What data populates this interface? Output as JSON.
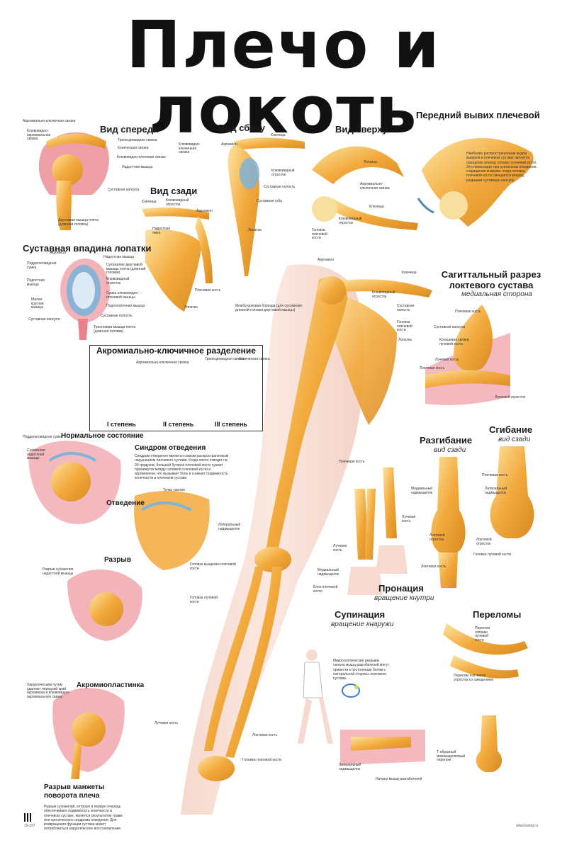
{
  "title": "Плечо и локоть",
  "colors": {
    "bone": "#f2a93b",
    "bone_light": "#fbd27a",
    "muscle": "#e9808a",
    "cartilage": "#7fb3d8",
    "accent": "#4a8ab8"
  },
  "sections": {
    "front": "Вид спереди",
    "side": "Вид сбоку",
    "top": "Вид сверху",
    "dislocation": "Передний вывих плечевой",
    "back": "Вид сзади",
    "glenoid": "Суставная впадина лопатки",
    "sagittal": "Сагиттальный разрез локтевого сустава",
    "sagittal_sub": "медиальная сторона",
    "ac_separation": "Акромиально-ключичное разделение",
    "normal": "Нормальное состояние",
    "impingement": "Синдром отведения",
    "abduction": "Отведение",
    "tear": "Разрыв",
    "acromioplasty": "Акромиопластинка",
    "rotator_cuff": "Разрыв манжеты поворота плеча",
    "extension": "Разгибание",
    "extension_sub": "вид сзади",
    "flexion": "Сгибание",
    "flexion_sub": "вид сзади",
    "pronation": "Пронация",
    "pronation_sub": "вращение кнутри",
    "supination": "Супинация",
    "supination_sub": "вращение кнаружи",
    "fractures": "Переломы"
  },
  "grades": [
    "I степень",
    "II степень",
    "III степень"
  ],
  "labels": {
    "front": [
      "Акромиально-ключичная связка",
      "Клювовидно-акромиальная связка",
      "Трапециевидная связка",
      "Коническая связка",
      "Клювовидно-плечевая связка",
      "Клювовидно-ключичная связка",
      "Надостная мышца",
      "Суставная капсула",
      "Двуглавая мышца плеча (длинная головка)"
    ],
    "side": [
      "Ключица",
      "Акромион",
      "Клювовидный отросток",
      "Суставная полость",
      "Суставная губа",
      "Лопатка"
    ],
    "top": [
      "Лопатка",
      "Акромиально-ключичная связка",
      "Ключица",
      "Головка плечевой кости",
      "Клювовидный отросток"
    ],
    "back": [
      "Ключица",
      "Клювовидный отросток",
      "Акромион",
      "Надостная ямка",
      "Плечевая кость",
      "Лопатка"
    ],
    "glenoid": [
      "Акромион",
      "Надостная мышца",
      "Поддельтовидная сумка",
      "Сухожилие двуглавой мышцы плеча (длинной головки)",
      "Клювовидный отросток",
      "Подостная мышца",
      "Сумка клювовидно-плечевой мышцы",
      "Малая круглая мышца",
      "Подлопаточная мышца",
      "Суставная полость",
      "Суставная капсула",
      "Трехглавая мышца плеча (длинная головка)"
    ],
    "ac": [
      "Акромиально-ключичная связка",
      "Трапециевидная связка",
      "Коническая связка"
    ],
    "normal": [
      "Поддельтовидная сумка",
      "Сухожилие надостной мышцы"
    ],
    "abduction": [
      "Точка сжатия"
    ],
    "tear": [
      "Разрыв сухожилия надостной мышцы"
    ],
    "acromioplasty": [
      "Хирургическим путем удаляют передний край акромиона и клювовидно-акромиальную связку"
    ],
    "arm": [
      "Акромион",
      "Ключица",
      "Клювовидный отросток",
      "Суставная полость",
      "Межбугорковая борозда (для сухожилия длинной головки двуглавой мышцы)",
      "Головка плечевой кости",
      "Лопатка",
      "Плечевая кость",
      "Латеральный надмыщелок",
      "Головка мыщелка плечевой кости",
      "Головка лучевой кости",
      "Медиальный надмыщелок",
      "Блок плечевой кости",
      "Лучевая кость",
      "Локтевая кость",
      "Головка локтевой кости"
    ],
    "sagittal": [
      "Плечевая кость",
      "Суставная капсула",
      "Кольцевая связка лучевой кости",
      "Лучевая кость",
      "Локтевая кость",
      "Локтевой отросток"
    ],
    "extension": [
      "Медиальный надмыщелок",
      "Локтевой отросток",
      "Локтевая кость"
    ],
    "flexion": [
      "Плечевая кость",
      "Латеральный надмыщелок",
      "Локтевой отросток",
      "Головка лучевой кости"
    ],
    "pronation": [
      "Лучевая кость"
    ],
    "supination": [
      "Лучевая кость"
    ],
    "tennis": [
      "Латеральный надмыщелок",
      "Начало мышц-разгибателей"
    ],
    "fractures": [
      "Перелом головки лучевой кости",
      "Перелом локтевого отростка со смещением",
      "Т-образный межмыщелковый перелом"
    ]
  },
  "paragraphs": {
    "dislocation": "Наиболее распространенным видом вывихов в плечевом суставе является смещение вперед головки плечевой кости. Это происходит при усиленном отведении и вращении кнаружи, когда головка плечевой кости смещается вперед, разрывая суставную капсулу.",
    "impingement": "Синдром отведения является самым распространенным нарушением плечевого сустава. Когда плечо отводят на 90 градусов, большой бугорок плечевой кости сужает промежуток между головкой плечевой кости и акромионом, что вызывает боль и снижает подвижность конечности в плечевом суставе.",
    "rotator_cuff": "Разрыв сухожилий, которые в первую очередь обеспечивают подвижность конечности в плечевом суставе, является результатом травм или хронического синдрома отведения. Для возвращения функции сустава может потребоваться хирургическое восстановление.",
    "tennis": "Микроскопические разрывы начала мышц-разгибателей могут привести к постоянным болям с латеральной стороны локтевого сустава."
  },
  "footer": {
    "code": "13-237",
    "site": "www.kivmg.ru"
  }
}
